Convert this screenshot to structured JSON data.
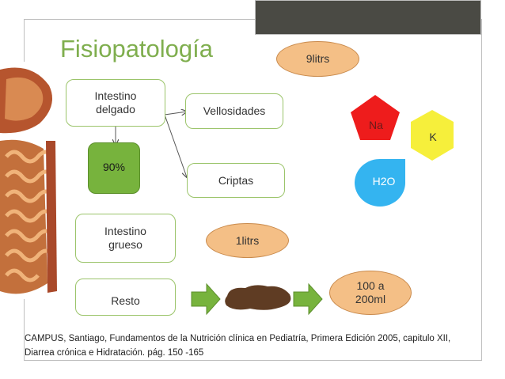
{
  "title": "Fisiopatología",
  "nodes": {
    "intestino_delgado": "Intestino\ndelgado",
    "vellosidades": "Vellosidades",
    "criptas": "Criptas",
    "percent": "90%",
    "intestino_grueso": "Intestino\ngrueso",
    "resto": "Resto",
    "nine_litrs": "9litrs",
    "one_litrs": "1litrs",
    "output": "100 a\n200ml"
  },
  "electrolytes": {
    "na": "Na",
    "k": "K",
    "h2o": "H2O"
  },
  "citation": "CAMPUS, Santiago, Fundamentos de la Nutrición clínica en Pediatría, Primera Edición 2005, capitulo XII, Diarrea crónica e Hidratación. pág. 150 -165",
  "colors": {
    "title": "#7fae4e",
    "outline": "#9bc46a",
    "fill_green": "#77b33d",
    "na": "#ee1c1c",
    "k": "#f6ef3b",
    "h2o": "#34b4f0",
    "oval": "#f4bf86"
  }
}
